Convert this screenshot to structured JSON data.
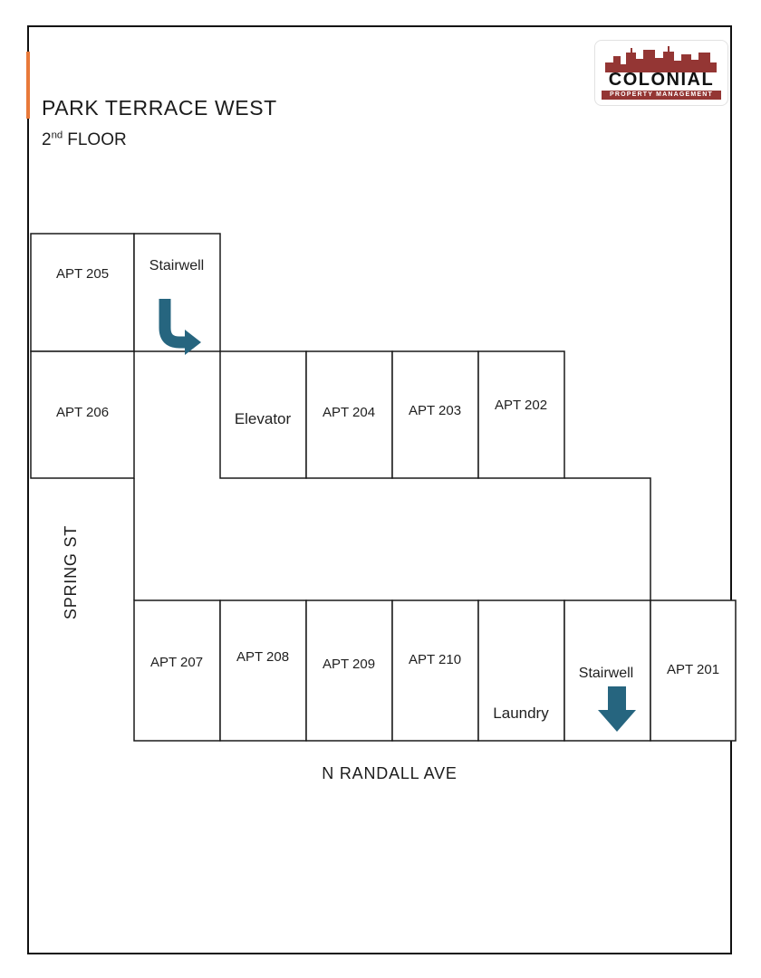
{
  "header": {
    "title": "PARK TERRACE WEST",
    "floor_number": "2",
    "floor_ordinal": "nd",
    "floor_word": "FLOOR"
  },
  "logo": {
    "name": "COLONIAL",
    "tagline": "PROPERTY MANAGEMENT",
    "brand_color": "#943634"
  },
  "streets": {
    "west": "SPRING ST",
    "south": "N RANDALL AVE"
  },
  "rooms": {
    "apt205": "APT 205",
    "stairwell_top": "Stairwell",
    "apt206": "APT 206",
    "elevator": "Elevator",
    "apt204": "APT 204",
    "apt203": "APT 203",
    "apt202": "APT 202",
    "apt207": "APT 207",
    "apt208": "APT 208",
    "apt209": "APT 209",
    "apt210": "APT 210",
    "laundry": "Laundry",
    "stairwell_bottom": "Stairwell",
    "apt201": "APT 201"
  },
  "colors": {
    "wall": "#1a1a1a",
    "arrow": "#26657f",
    "accent": "#e8793a"
  }
}
